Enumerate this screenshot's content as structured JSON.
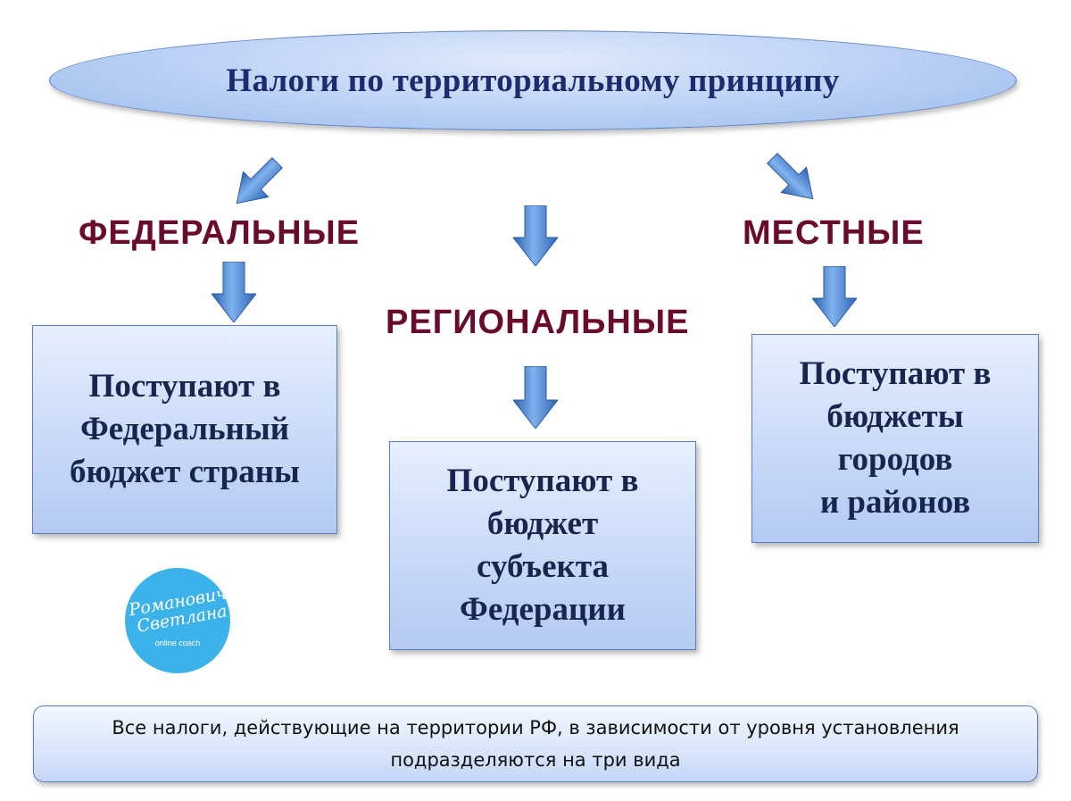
{
  "title": "Налоги по территориальному принципу",
  "categories": {
    "federal": "ФЕДЕРАЛЬНЫЕ",
    "regional": "РЕГИОНАЛЬНЫЕ",
    "local": "МЕСТНЫЕ"
  },
  "boxes": {
    "federal": "Поступают в\nФедеральный\nбюджет страны",
    "regional": "Поступают в\nбюджет\nсубъекта\nФедерации",
    "local": "Поступают в\nбюджеты\nгородов\nи районов"
  },
  "logo": {
    "line1": "Романович",
    "line2": "Светлана",
    "subtitle": "online coach"
  },
  "footer": "Все налоги, действующие на территории РФ, в зависимости от уровня установления\nподразделяются на три вида",
  "colors": {
    "title_text": "#1d2a6f",
    "category_text": "#6b0b2c",
    "box_fill": "#c8daf8",
    "arrow": "#3f7fd3",
    "logo": "#3bb2ea"
  }
}
